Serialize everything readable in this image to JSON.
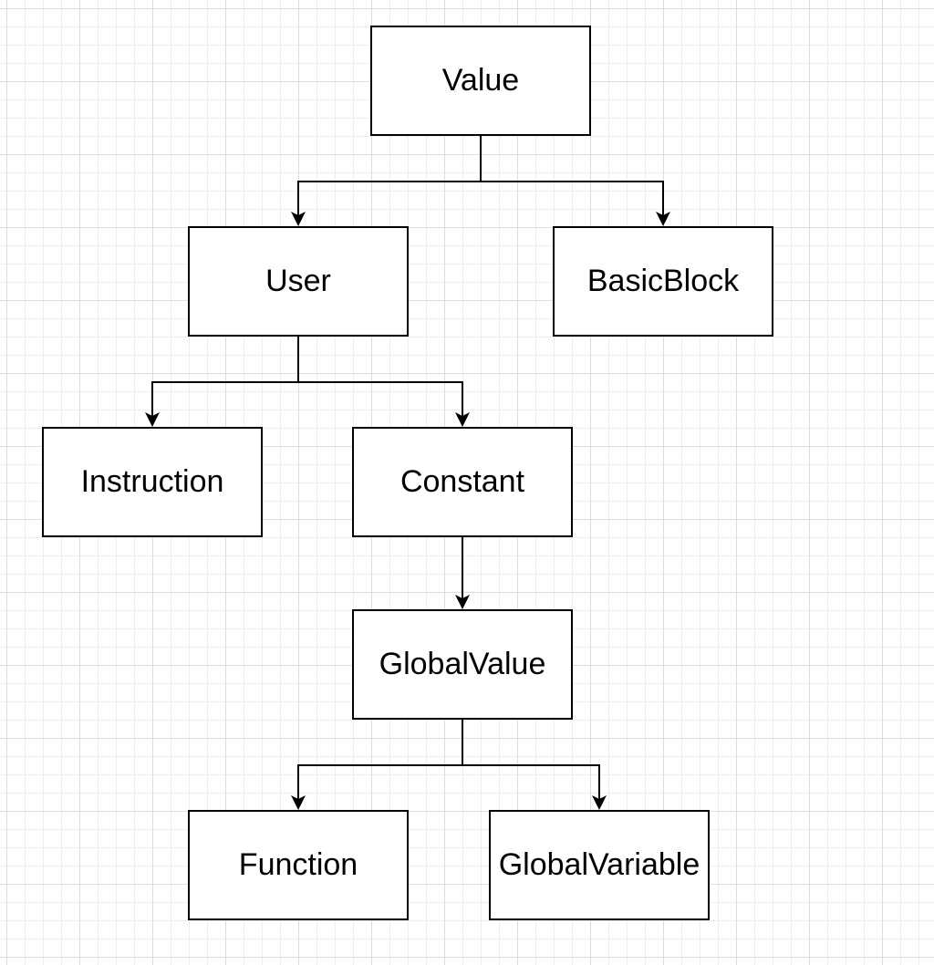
{
  "diagram": {
    "nodes": [
      {
        "id": "value",
        "label": "Value"
      },
      {
        "id": "user",
        "label": "User"
      },
      {
        "id": "basicblock",
        "label": "BasicBlock"
      },
      {
        "id": "instruction",
        "label": "Instruction"
      },
      {
        "id": "constant",
        "label": "Constant"
      },
      {
        "id": "globalvalue",
        "label": "GlobalValue"
      },
      {
        "id": "function",
        "label": "Function"
      },
      {
        "id": "globalvariable",
        "label": "GlobalVariable"
      }
    ],
    "edges": [
      {
        "from": "value",
        "to": "user"
      },
      {
        "from": "value",
        "to": "basicblock"
      },
      {
        "from": "user",
        "to": "instruction"
      },
      {
        "from": "user",
        "to": "constant"
      },
      {
        "from": "constant",
        "to": "globalvalue"
      },
      {
        "from": "globalvalue",
        "to": "function"
      },
      {
        "from": "globalvalue",
        "to": "globalvariable"
      }
    ]
  }
}
